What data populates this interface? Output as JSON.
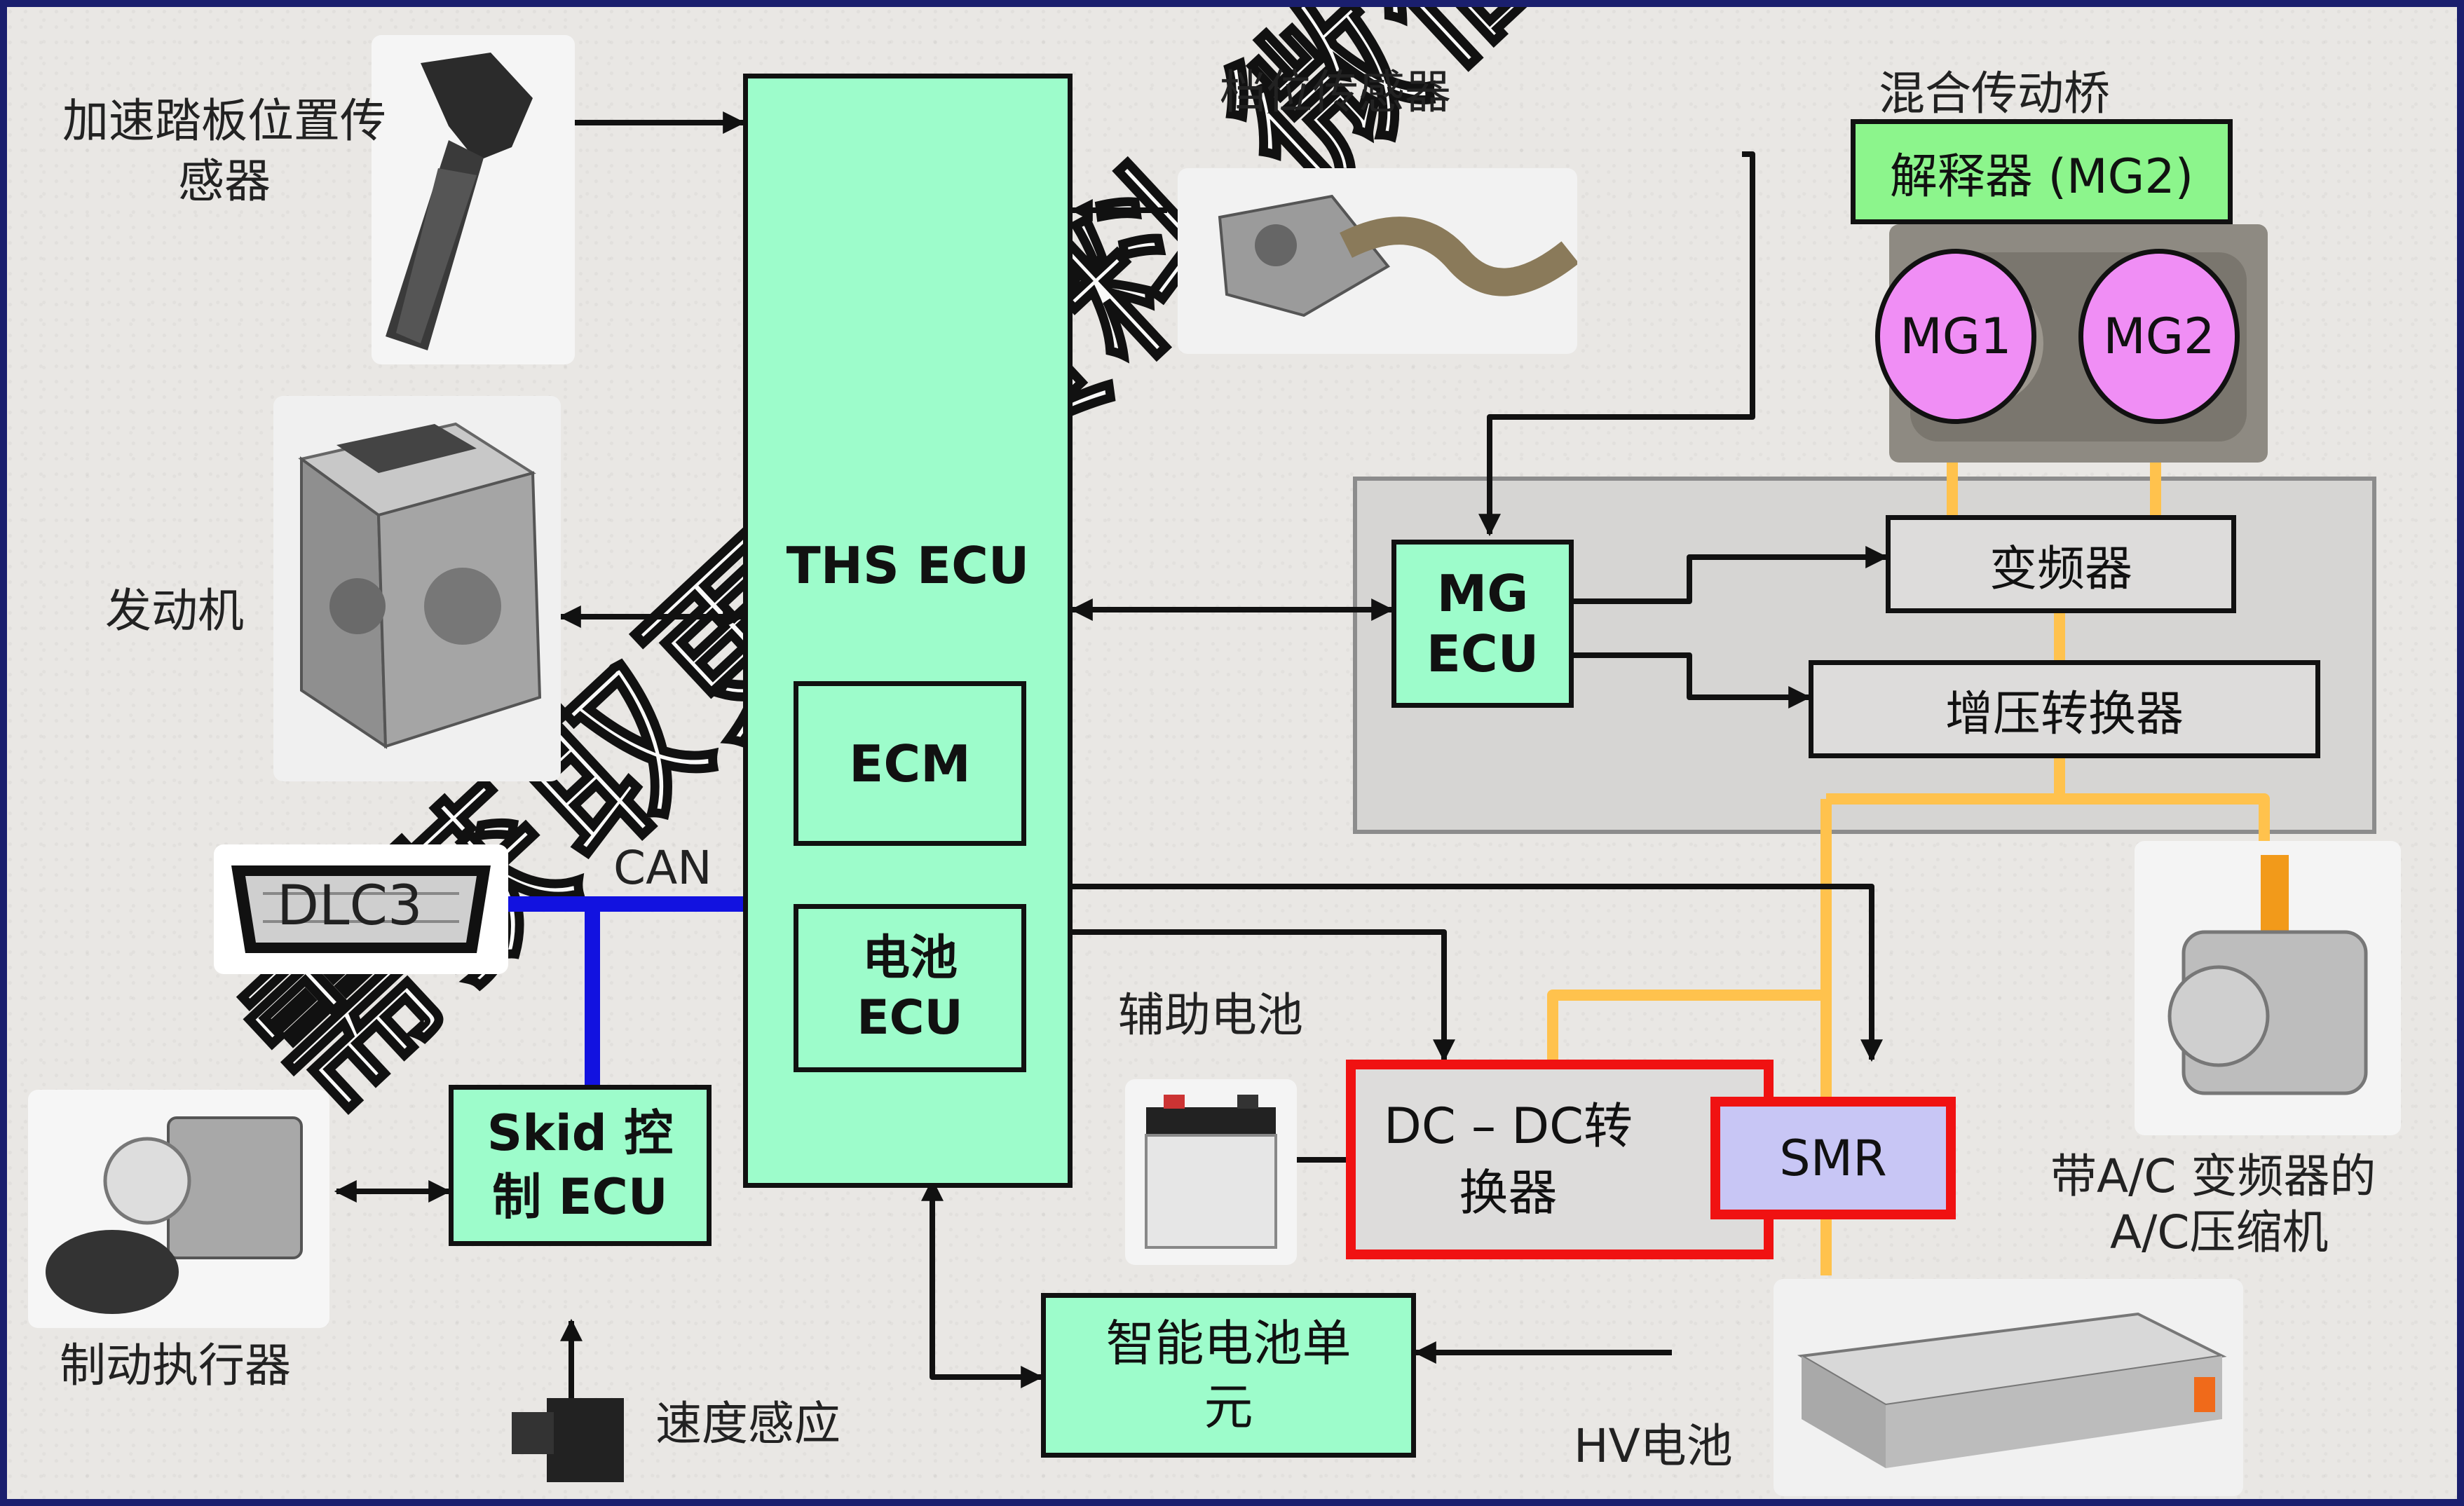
{
  "components": {
    "accelerator_sensor": "加速踏板位置传感器",
    "shift_sensor": "档位传感器",
    "hybrid_transaxle": "混合传动桥",
    "resolver": "解释器 (MG2)",
    "mg1": "MG1",
    "mg2": "MG2",
    "engine": "发动机",
    "ths_ecu": "THS ECU",
    "ecm": "ECM",
    "battery_ecu": "电池\nECU",
    "mg_ecu": "MG\nECU",
    "inverter": "变频器",
    "boost_converter": "增压转换器",
    "dlc3": "DLC3",
    "can": "CAN",
    "aux_battery": "辅助电池",
    "dcdc": "DC – DC转\n换器",
    "smr": "SMR",
    "ac_compressor_line1": "带A/C 变频器的",
    "ac_compressor_line2": "A/C压缩机",
    "skid_ecu": "Skid 控\n制 ECU",
    "brake_actuator": "制动执行器",
    "speed_sensor": "速度感应",
    "smart_battery": "智能电池单\n元",
    "hv_battery": "HV电池"
  },
  "watermark": "需获取更多资料 微信搜索蓝领",
  "colors": {
    "ecu_green": "#9dfccb",
    "mg_pink": "#f08ef5",
    "can_blue": "#1212e0",
    "hv_orange": "#ffc24d",
    "dcdc_red": "#f01212",
    "smr_fill": "#c8c6f5",
    "resolver_green": "#8cf58c"
  }
}
